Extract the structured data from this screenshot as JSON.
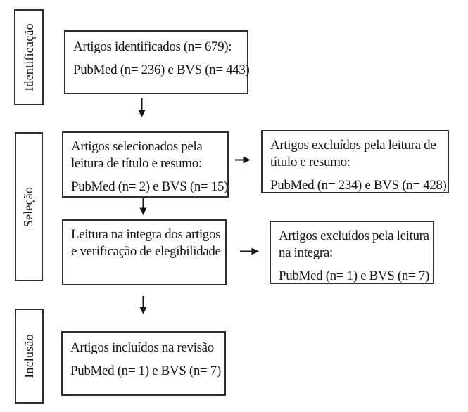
{
  "stages": {
    "identificacao": "Identificação",
    "selecao": "Seleção",
    "inclusao": "Inclusão"
  },
  "boxes": {
    "identified": {
      "p1": "Artigos identificados (n= 679):",
      "p2": "PubMed (n= 236) e BVS (n= 443)"
    },
    "selected": {
      "p1": "Artigos selecionados pela\nleitura de título e resumo:",
      "p2": "PubMed (n= 2) e BVS (n= 15)"
    },
    "excluded_title": {
      "p1": "Artigos excluídos pela leitura de\ntítulo e resumo:",
      "p2": "PubMed (n= 234) e BVS (n= 428)"
    },
    "fulltext": {
      "p1": "Leitura na integra dos artigos\ne verificação de elegibilidade"
    },
    "excluded_fulltext": {
      "p1": "Artigos excluídos pela leitura\nna integra:",
      "p2": "PubMed (n= 1) e BVS (n= 7)"
    },
    "included": {
      "p1": "Artigos incluídos na revisão",
      "p2": "PubMed (n= 1) e BVS (n= 7)"
    }
  },
  "colors": {
    "background": "#ffffff",
    "border": "#2f2f2f",
    "text": "#161616",
    "arrow": "#151515"
  }
}
